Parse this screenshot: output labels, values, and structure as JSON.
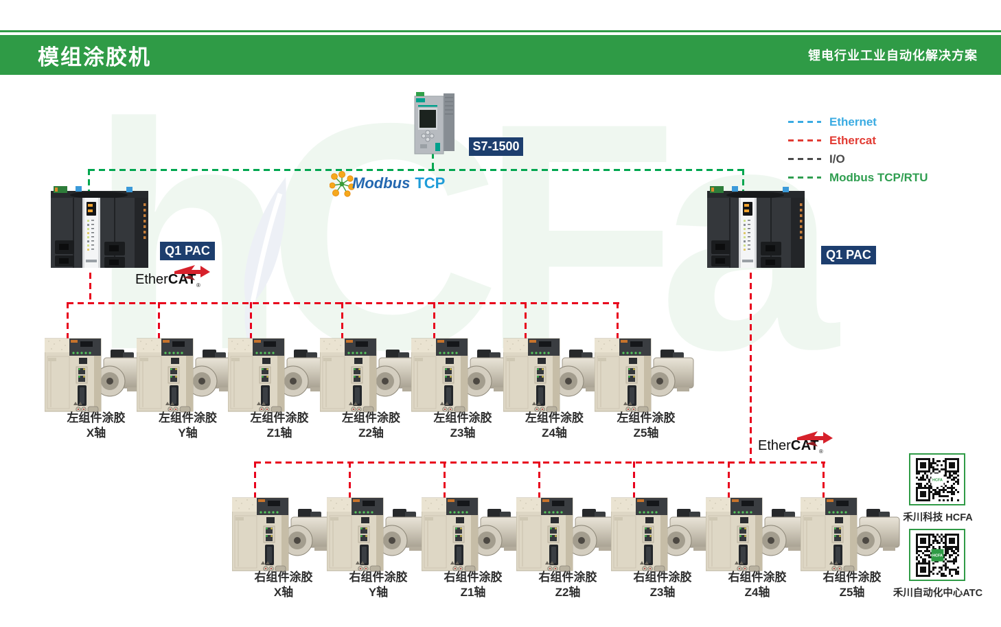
{
  "header": {
    "title": "模组涂胶机",
    "subtitle": "锂电行业工业自动化解决方案"
  },
  "legend": {
    "items": [
      {
        "label": "Ethernet",
        "color": "#3AABE2"
      },
      {
        "label": "Ethercat",
        "color": "#E23B33"
      },
      {
        "label": "I/O",
        "color": "#4A4A4A"
      },
      {
        "label": "Modbus TCP/RTU",
        "color": "#2F9E50"
      }
    ]
  },
  "network": {
    "plc_label": "S7-1500",
    "pac_left_label": "Q1 PAC",
    "pac_right_label": "Q1 PAC",
    "modbus": {
      "word": "Modbus",
      "suffix": "TCP"
    },
    "ethercat": {
      "normal": "Ether",
      "bold": "CAT",
      "reg": "®"
    }
  },
  "drives": {
    "top_row": [
      {
        "line1": "左组件涂胶",
        "line2": "X轴"
      },
      {
        "line1": "左组件涂胶",
        "line2": "Y轴"
      },
      {
        "line1": "左组件涂胶",
        "line2": "Z1轴"
      },
      {
        "line1": "左组件涂胶",
        "line2": "Z2轴"
      },
      {
        "line1": "左组件涂胶",
        "line2": "Z3轴"
      },
      {
        "line1": "左组件涂胶",
        "line2": "Z4轴"
      },
      {
        "line1": "左组件涂胶",
        "line2": "Z5轴"
      }
    ],
    "bottom_row": [
      {
        "line1": "右组件涂胶",
        "line2": "X轴"
      },
      {
        "line1": "右组件涂胶",
        "line2": "Y轴"
      },
      {
        "line1": "右组件涂胶",
        "line2": "Z1轴"
      },
      {
        "line1": "右组件涂胶",
        "line2": "Z2轴"
      },
      {
        "line1": "右组件涂胶",
        "line2": "Z3轴"
      },
      {
        "line1": "右组件涂胶",
        "line2": "Z4轴"
      },
      {
        "line1": "右组件涂胶",
        "line2": "Z5轴"
      }
    ]
  },
  "qr": {
    "items": [
      {
        "label": "禾川科技 HCFA",
        "center": "HCFA"
      },
      {
        "label": "禾川自动化中心ATC",
        "center": "HCFA"
      }
    ]
  },
  "watermark_text": "hCFa",
  "colors": {
    "header_green": "#2F9B46",
    "line_red": "#E8001C",
    "line_green": "#00A64F",
    "navy": "#1D3E6E",
    "modbus_blue": "#2468B0",
    "tcp_blue": "#1F9CD8",
    "ethercat_red": "#D6212B"
  }
}
